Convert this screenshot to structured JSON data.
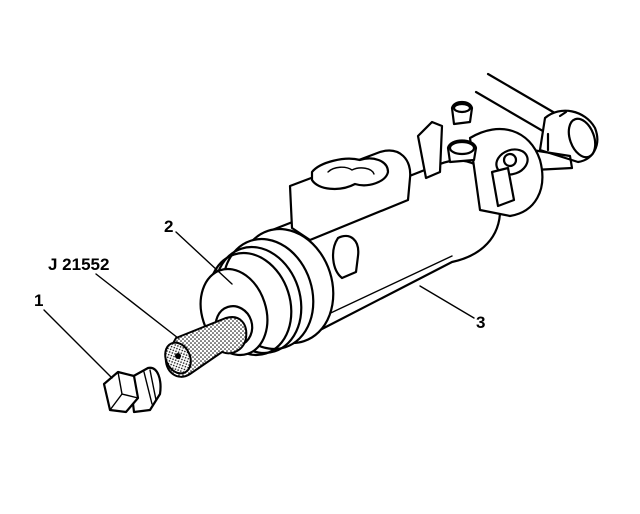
{
  "diagram": {
    "callouts": [
      {
        "id": "1",
        "label": "1"
      },
      {
        "id": "2",
        "label": "2"
      },
      {
        "id": "3",
        "label": "3"
      },
      {
        "id": "tool",
        "label": "J 21552"
      }
    ],
    "colors": {
      "line": "#000000",
      "background": "#ffffff"
    }
  }
}
